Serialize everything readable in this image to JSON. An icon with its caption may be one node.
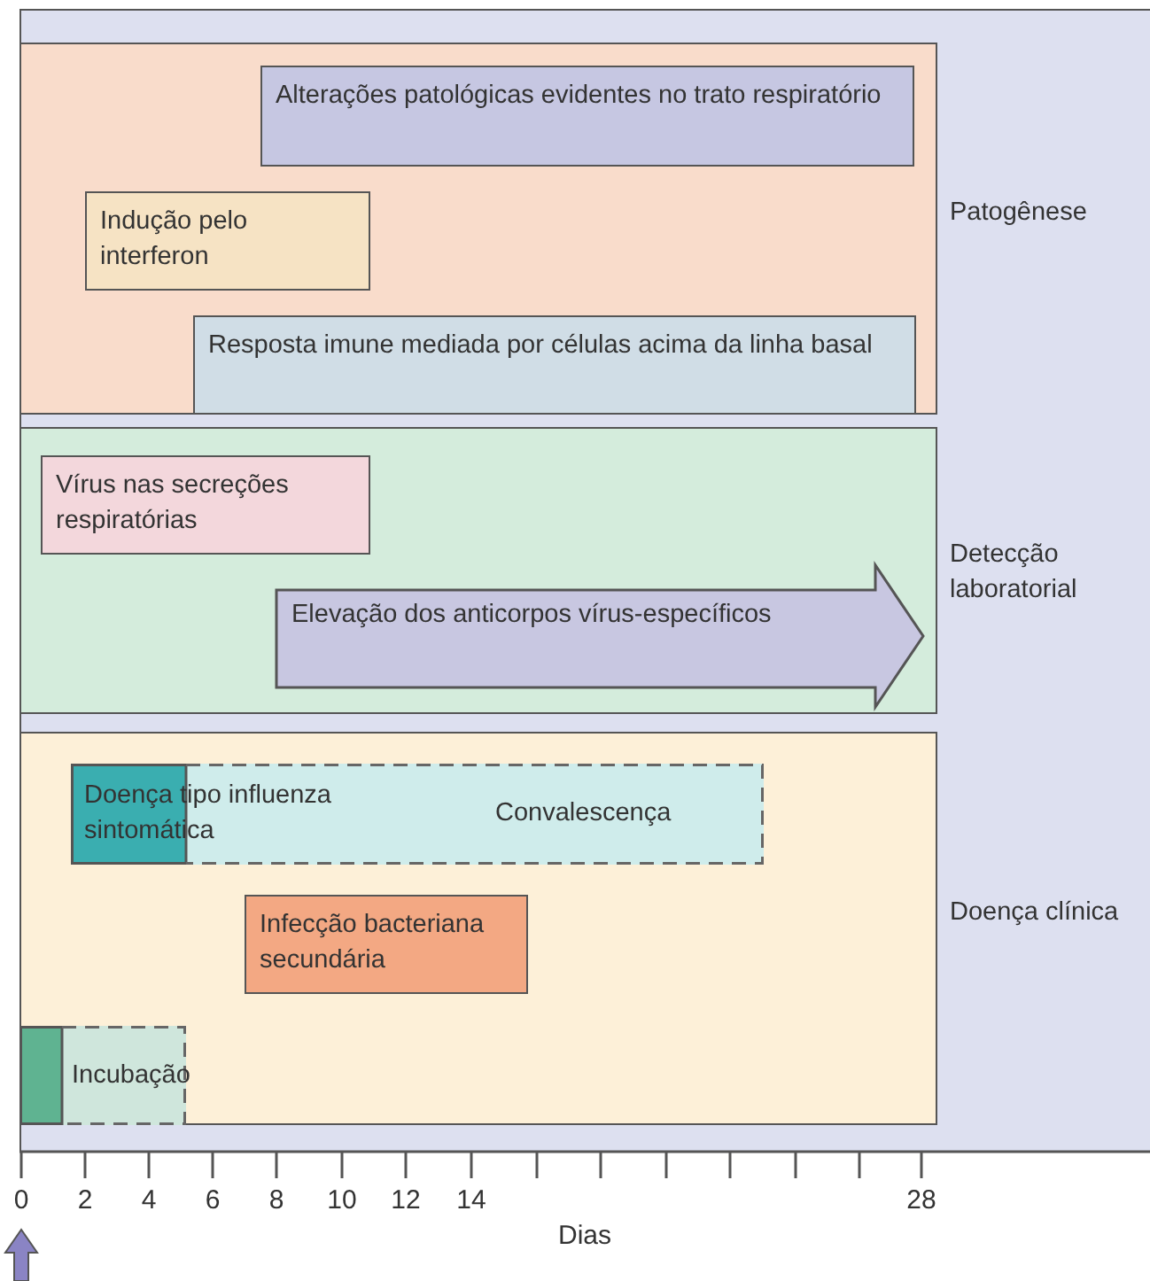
{
  "diagram": {
    "nodes": [
      {
        "text": [
          "Patogênese"
        ]
      },
      {
        "text": [
          "Alterações patológicas evidentes no trato respiratório"
        ],
        "in": 0
      },
      {
        "text": [
          "Indução pelo interferon"
        ],
        "in": 0
      },
      {
        "text": [
          "Resposta imune mediada por células acima da linha basal"
        ],
        "in": 0
      },
      {
        "text": [
          "Detecção laboratorial"
        ]
      },
      {
        "text": [
          "Vírus nas secreções respiratórias"
        ],
        "in": 4
      },
      {
        "text": [
          "Elevação dos anticorpos vírus-específicos"
        ],
        "in": 4
      },
      {
        "text": [
          "Doença clínica"
        ]
      },
      {
        "text": [
          "Doença tipo influenza sintomática",
          "Convalescença"
        ],
        "in": 7
      },
      {
        "text": [
          "Infecção bacteriana secundária"
        ],
        "in": 7
      },
      {
        "text": [
          "Incubação"
        ],
        "in": 7
      }
    ],
    "labels": [
      "0",
      "2",
      "4",
      "6",
      "8",
      "10",
      "12",
      "14",
      "28",
      "Dias"
    ]
  }
}
